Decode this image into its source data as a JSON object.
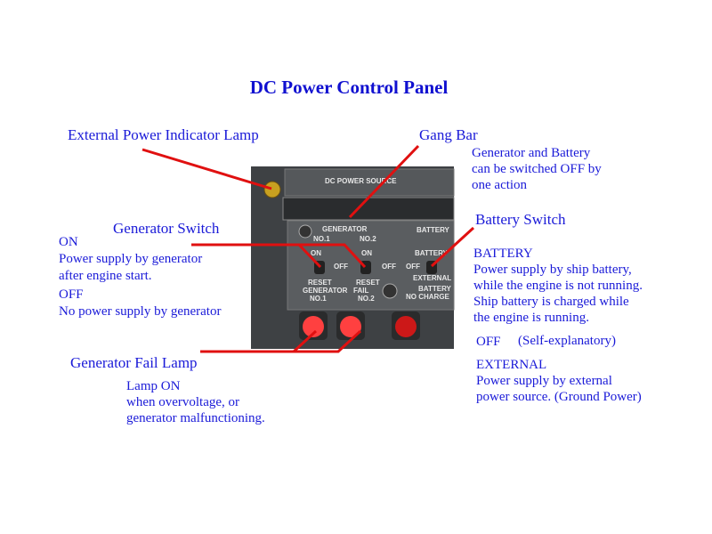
{
  "title": "DC Power Control Panel",
  "labels": {
    "ext_lamp": "External Power Indicator Lamp",
    "gang_bar": "Gang Bar",
    "gang_desc": [
      "Generator and Battery",
      "can be switched OFF by",
      "one action"
    ],
    "gen_switch": "Generator Switch",
    "gen_desc": [
      "ON",
      "Power supply by generator",
      "after engine start.",
      "OFF",
      "No power supply by generator"
    ],
    "bat_switch": "Battery Switch",
    "bat_desc": [
      "BATTERY",
      "Power supply by ship battery,",
      "while the engine is not running.",
      "Ship battery is charged while",
      "the engine is running."
    ],
    "off_label": "OFF",
    "off_desc": "(Self-explanatory)",
    "ext_desc": [
      "EXTERNAL",
      "Power supply by external",
      "power source. (Ground Power)"
    ],
    "gen_fail": "Generator Fail Lamp",
    "fail_desc": [
      "Lamp ON",
      "when overvoltage, or",
      "generator malfunctioning."
    ]
  },
  "panel": {
    "header": "DC POWER SOURCE",
    "generator": "GENERATOR",
    "no1": "NO.1",
    "no2": "NO.2",
    "battery": "BATTERY",
    "on": "ON",
    "off": "OFF",
    "battery_pos": "BATTERY",
    "external": "EXTERNAL",
    "reset": "RESET",
    "gen_fail": [
      "GENERATOR",
      "FAIL"
    ],
    "bat_no_charge": [
      "BATTERY",
      "NO CHARGE"
    ]
  },
  "colors": {
    "text": "#1a1ad8",
    "leader": "#e01010",
    "panel": "#4a4d50"
  }
}
